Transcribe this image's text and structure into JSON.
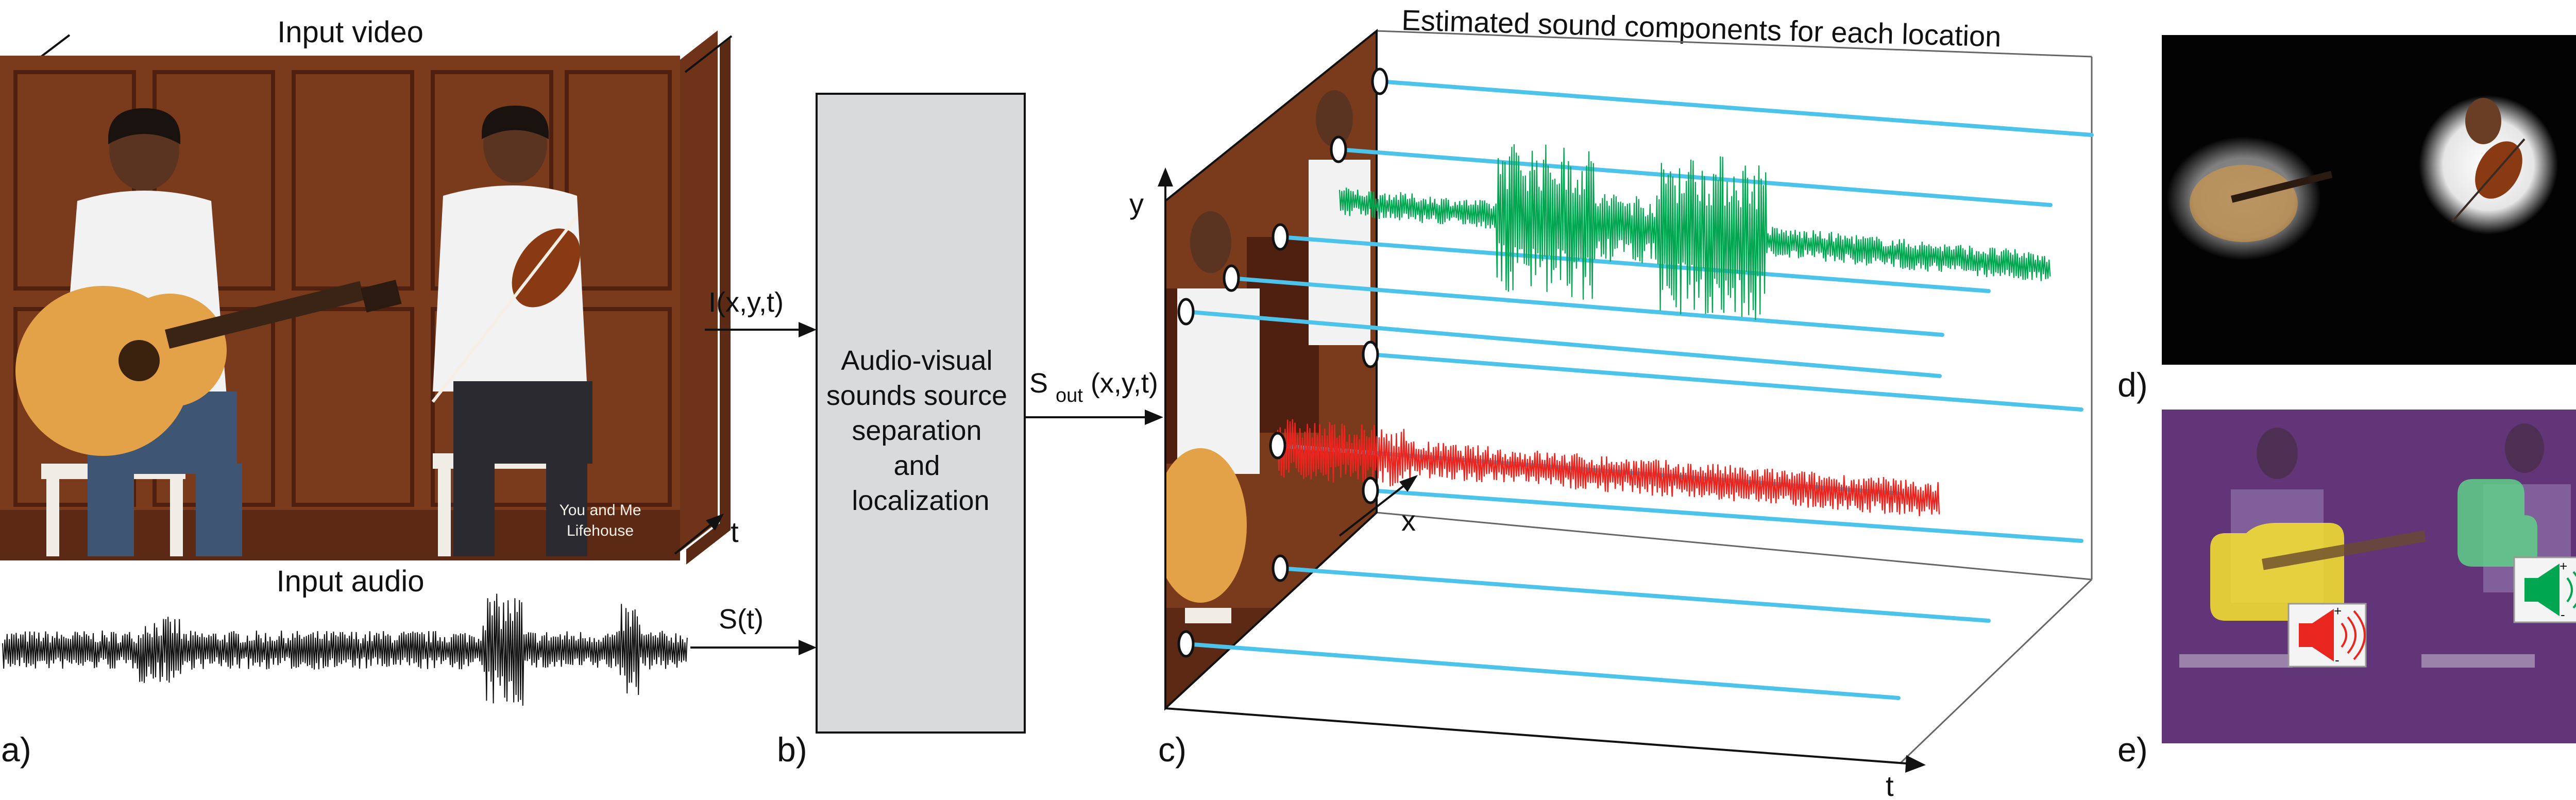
{
  "panels": {
    "a": {
      "letter": "a)",
      "video_title": "Input video",
      "audio_title": "Input audio",
      "t_axis_label": "t",
      "caption_line1": "You and Me",
      "caption_line2": "Lifehouse"
    },
    "b": {
      "letter": "b)",
      "video_arrow_label": "I(x,y,t)",
      "audio_arrow_label": "S(t)",
      "box_lines": [
        "Audio-visual",
        "sounds source",
        "separation",
        "and",
        "localization"
      ],
      "output_label_main": "S",
      "output_label_sub": "out",
      "output_label_rest": "(x,y,t)"
    },
    "c": {
      "letter": "c)",
      "title": "Estimated sound components for each location",
      "x_axis_label": "x",
      "y_axis_label": "y",
      "t_axis_label": "t"
    },
    "d": {
      "letter": "d)"
    },
    "e": {
      "letter": "e)"
    }
  },
  "colors": {
    "wood": "#7a3a1c",
    "wood_dark": "#4f2010",
    "gray_box": "#d9dadb",
    "line_blue": "#4cc3ea",
    "wave_green": "#00a650",
    "wave_red": "#e8261f",
    "overlay_purple": "#6b3a8a",
    "hl_yellow": "#f2e030",
    "hl_green": "#5fd08a"
  },
  "icons": {
    "panel_e_red": "speaker-red-icon",
    "panel_e_green": "speaker-green-icon"
  }
}
